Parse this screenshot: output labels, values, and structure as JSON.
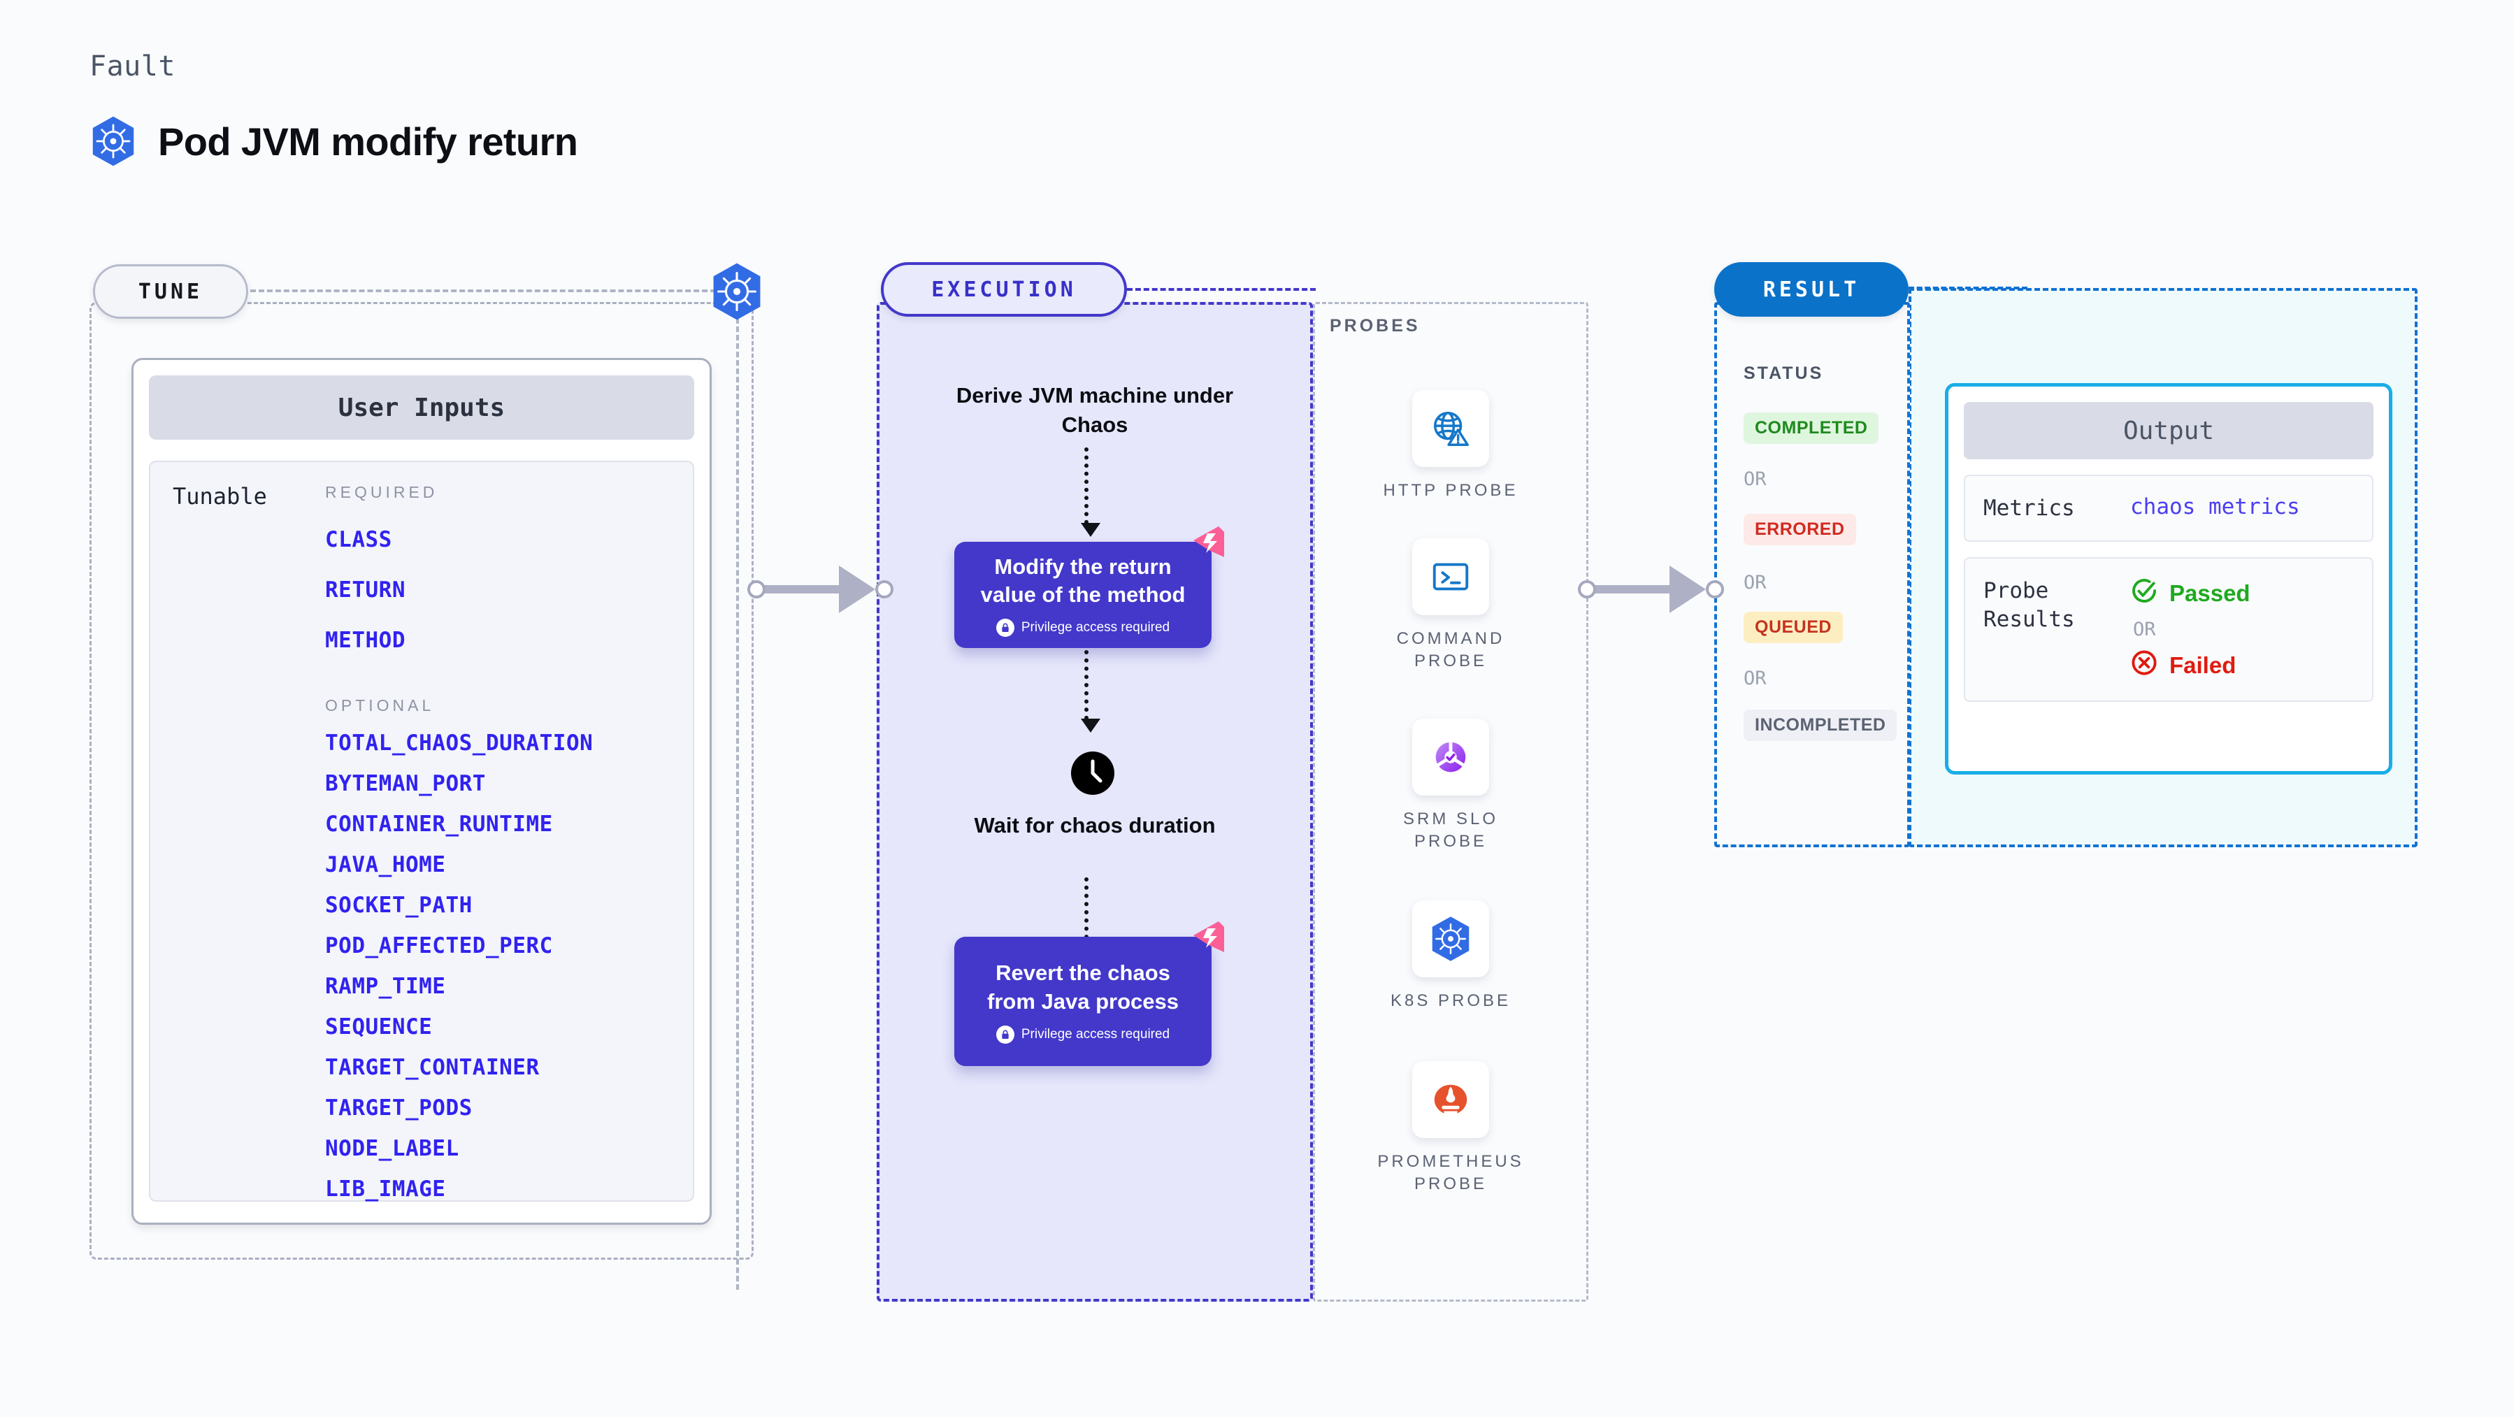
{
  "header": {
    "fault_label": "Fault",
    "title": "Pod JVM modify return",
    "icon": "kubernetes-icon"
  },
  "tune": {
    "pill_label": "TUNE",
    "icon": "kubernetes-icon",
    "card": {
      "header": "User Inputs",
      "tunable_label": "Tunable",
      "required_title": "REQUIRED",
      "required": [
        "CLASS",
        "RETURN",
        "METHOD"
      ],
      "optional_title": "OPTIONAL",
      "optional": [
        "TOTAL_CHAOS_DURATION",
        "BYTEMAN_PORT",
        "CONTAINER_RUNTIME",
        "JAVA_HOME",
        "SOCKET_PATH",
        "POD_AFFECTED_PERC",
        "RAMP_TIME",
        "SEQUENCE",
        "TARGET_CONTAINER",
        "TARGET_PODS",
        "NODE_LABEL",
        "LIB_IMAGE"
      ]
    }
  },
  "execution": {
    "pill_label": "EXECUTION",
    "step1": "Derive JVM machine under Chaos",
    "box_modify": {
      "title": "Modify the return value of the method",
      "note": "Privilege access required",
      "note_icon": "lock-icon",
      "flag_icon": "pink-flag-icon"
    },
    "step2": "Wait for chaos duration",
    "step2_icon": "clock-icon",
    "box_revert": {
      "title": "Revert the chaos from Java process",
      "note": "Privilege access required",
      "note_icon": "lock-icon",
      "flag_icon": "pink-flag-icon"
    }
  },
  "probes": {
    "title": "PROBES",
    "items": [
      {
        "label": "HTTP PROBE",
        "icon": "globe-warning-icon"
      },
      {
        "label": "COMMAND PROBE",
        "icon": "terminal-icon"
      },
      {
        "label": "SRM SLO PROBE",
        "icon": "srm-slo-icon"
      },
      {
        "label": "K8S PROBE",
        "icon": "kubernetes-icon"
      },
      {
        "label": "PROMETHEUS PROBE",
        "icon": "prometheus-icon"
      }
    ]
  },
  "result": {
    "pill_label": "RESULT",
    "status_title": "STATUS",
    "or_label": "OR",
    "statuses": [
      {
        "label": "COMPLETED",
        "bg": "#dff6de",
        "fg": "#1e8a1e"
      },
      {
        "label": "ERRORED",
        "bg": "#fde9e7",
        "fg": "#d12a20"
      },
      {
        "label": "QUEUED",
        "bg": "#fdeec2",
        "fg": "#c5331f"
      },
      {
        "label": "INCOMPLETED",
        "bg": "#eff0f5",
        "fg": "#5b6273"
      }
    ]
  },
  "output": {
    "header": "Output",
    "metrics_label": "Metrics",
    "metrics_value": "chaos metrics",
    "probe_results_label": "Probe Results",
    "passed_label": "Passed",
    "passed_icon": "check-circle-icon",
    "or_label": "OR",
    "failed_label": "Failed",
    "failed_icon": "x-circle-icon"
  },
  "colors": {
    "indigo": "#4338ca",
    "param_blue": "#3122f0",
    "result_blue": "#0b72c9",
    "output_cyan": "#18aee6",
    "pink_flag": "#fb5f96",
    "k8s_blue": "#326ce5"
  }
}
